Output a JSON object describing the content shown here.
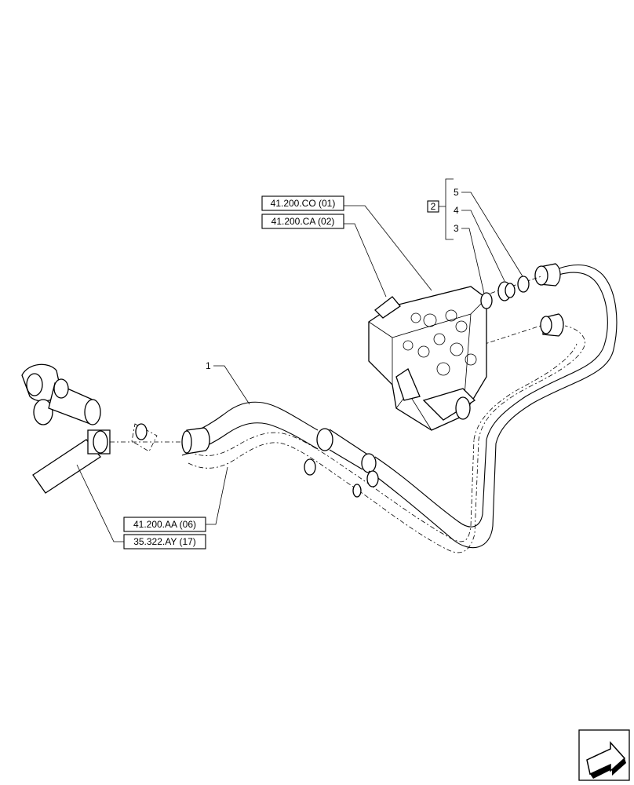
{
  "references": {
    "ref1": "41.200.CO (01)",
    "ref2": "41.200.CA (02)",
    "ref3": "41.200.AA (06)",
    "ref4": "35.322.AY (17)"
  },
  "callouts": {
    "group": "2",
    "item5": "5",
    "item4": "4",
    "item3": "3",
    "item1": "1"
  },
  "icons": {
    "nav": "next-page-arrow-icon"
  }
}
